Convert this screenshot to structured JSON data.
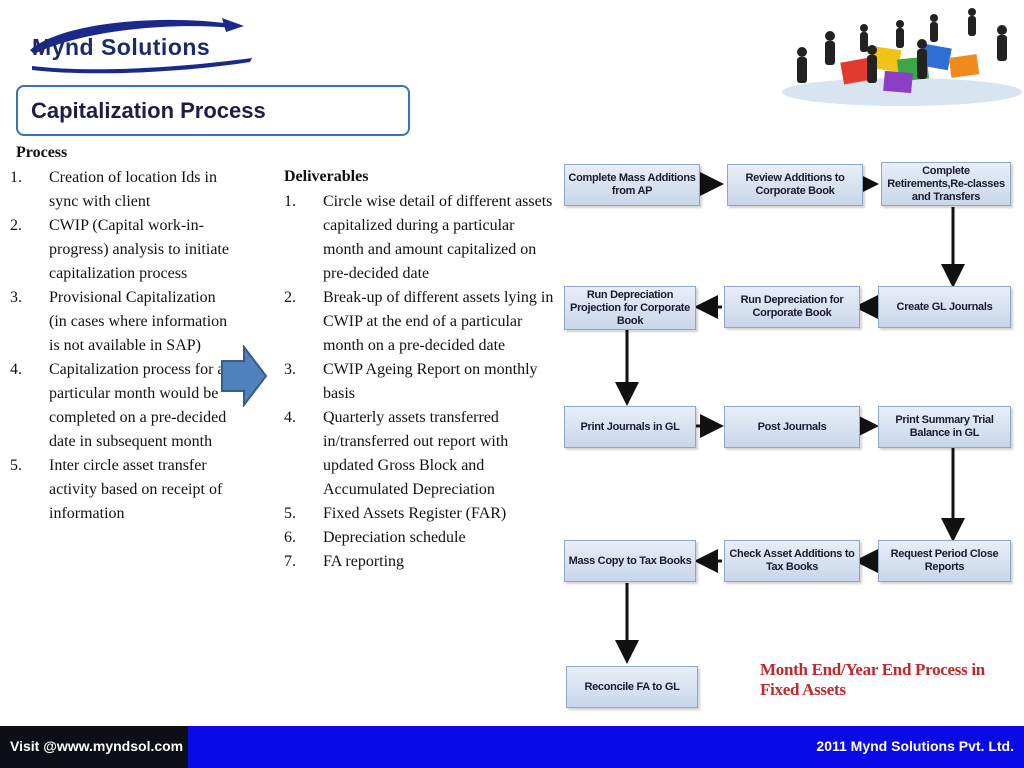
{
  "logo": {
    "text": "Mynd Solutions"
  },
  "title": "Capitalization Process",
  "process": {
    "heading": "Process",
    "items": [
      {
        "num": "1.",
        "text": "Creation of location Ids in sync with client"
      },
      {
        "num": "2.",
        "text": "CWIP (Capital work-in-progress) analysis to initiate capitalization process"
      },
      {
        "num": "3.",
        "text": "Provisional Capitalization (in cases where information is not available in SAP)"
      },
      {
        "num": "4.",
        "text": "Capitalization process for a particular month would be completed on a pre-decided date in subsequent month"
      },
      {
        "num": "5.",
        "text": "Inter circle asset transfer activity based on receipt of information"
      }
    ]
  },
  "deliverables": {
    "heading": "Deliverables",
    "items": [
      {
        "num": "1.",
        "text": "Circle wise detail of different assets capitalized during a particular month and amount capitalized on pre-decided date"
      },
      {
        "num": "2.",
        "text": "Break-up of different assets lying in CWIP at the end of a particular month on a pre-decided date"
      },
      {
        "num": "3.",
        "text": "CWIP Ageing Report on monthly basis"
      },
      {
        "num": "4.",
        "text": "Quarterly assets transferred in/transferred out report with updated Gross Block and Accumulated Depreciation"
      },
      {
        "num": "5.",
        "text": "Fixed Assets Register (FAR)"
      },
      {
        "num": "6.",
        "text": "Depreciation schedule"
      },
      {
        "num": "7.",
        "text": "FA reporting"
      }
    ]
  },
  "flowchart": {
    "boxes": [
      "Complete Mass Additions from AP",
      "Review Additions to Corporate Book",
      "Complete Retirements,Re-classes and  Transfers",
      "Create GL Journals",
      "Run Depreciation for Corporate Book",
      "Run Depreciation Projection for Corporate Book",
      "Print Journals in GL",
      "Post Journals",
      "Print Summary Trial Balance in GL",
      "Request Period Close Reports",
      "Check Asset Additions to Tax Books",
      "Mass Copy to Tax Books",
      "Reconcile FA to GL"
    ],
    "caption": "Month End/Year End Process in Fixed Assets"
  },
  "footer": {
    "left": "Visit @www.myndsol.com",
    "right": "2011 Mynd Solutions Pvt. Ltd."
  },
  "colors": {
    "footer_bar": "#0a0ae8",
    "title_border": "#3b73b3",
    "caption": "#c0282c",
    "arrow": "#4f81bd"
  }
}
